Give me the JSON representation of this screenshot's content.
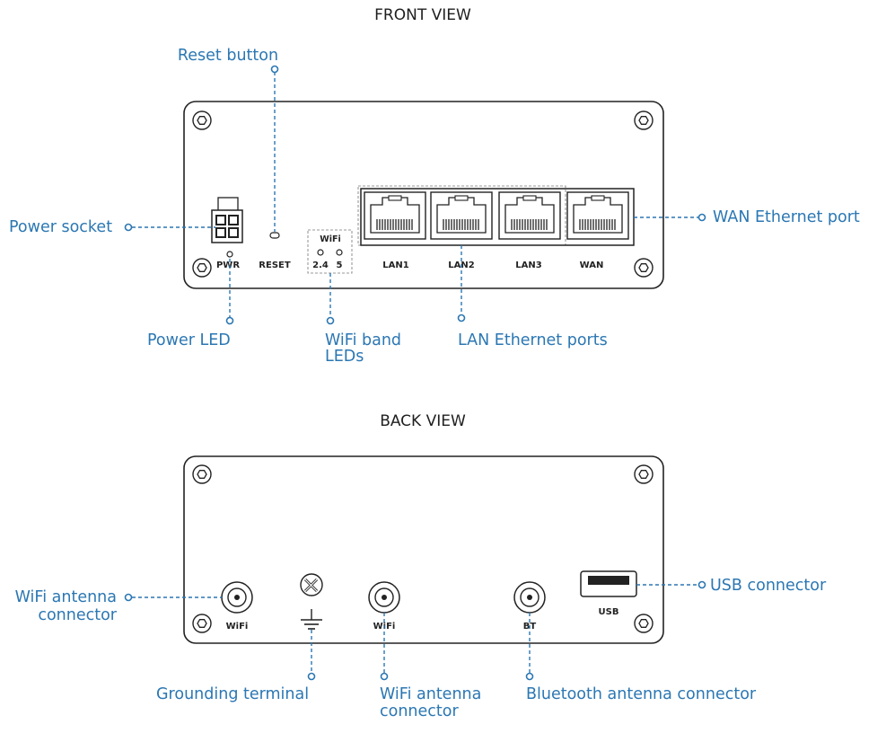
{
  "views": {
    "front_title": "FRONT VIEW",
    "back_title": "BACK VIEW"
  },
  "front": {
    "port_labels": {
      "pwr": "PWR",
      "reset": "RESET",
      "wifi": "WiFi",
      "wifi_24": "2.4",
      "wifi_5": "5",
      "lan1": "LAN1",
      "lan2": "LAN2",
      "lan3": "LAN3",
      "wan": "WAN"
    },
    "callouts": {
      "reset_button": "Reset button",
      "power_socket": "Power socket",
      "wan_port": "WAN Ethernet port",
      "power_led": "Power LED",
      "wifi_leds_line1": "WiFi band",
      "wifi_leds_line2": "LEDs",
      "lan_ports": "LAN Ethernet ports"
    }
  },
  "back": {
    "port_labels": {
      "wifi_left": "WiFi",
      "wifi_mid": "WiFi",
      "bt": "BT",
      "usb": "USB"
    },
    "callouts": {
      "wifi_antenna_left_line1": "WiFi antenna",
      "wifi_antenna_left_line2": "connector",
      "usb_connector": "USB connector",
      "grounding": "Grounding terminal",
      "wifi_antenna_mid_line1": "WiFi antenna",
      "wifi_antenna_mid_line2": "connector",
      "bt_antenna": "Bluetooth antenna connector"
    }
  },
  "colors": {
    "callout_blue": "#2b77b3",
    "outline": "#222222"
  }
}
